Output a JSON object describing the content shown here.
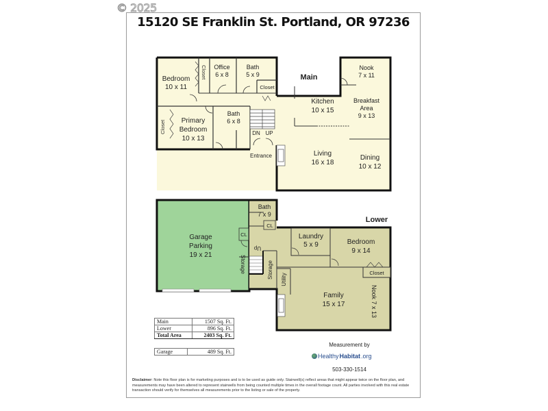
{
  "copyright": "© 2025",
  "header": {
    "title": "15120 SE Franklin St. Portland, OR 97236"
  },
  "floors": {
    "main": {
      "label": "Main",
      "rooms": {
        "bedroom": {
          "name": "Bedroom",
          "dims": "10 x 11"
        },
        "closet_bedroom": {
          "name": "Closet"
        },
        "office": {
          "name": "Office",
          "dims": "6 x 8"
        },
        "bath1": {
          "name": "Bath",
          "dims": "5 x 9"
        },
        "closet_hall": {
          "name": "Closet"
        },
        "primary_bedroom": {
          "name1": "Primary",
          "name2": "Bedroom",
          "dims": "10 x 13"
        },
        "closet_primary": {
          "name": "Closet"
        },
        "bath2": {
          "name": "Bath",
          "dims": "6 x 8"
        },
        "stairs_dn": "DN",
        "stairs_up": "UP",
        "entrance": {
          "name": "Entrance"
        },
        "nook": {
          "name": "Nook",
          "dims": "7 x 11"
        },
        "kitchen": {
          "name": "Kitchen",
          "dims": "10 x 15"
        },
        "breakfast": {
          "name1": "Breakfast",
          "name2": "Area",
          "dims": "9 x 13"
        },
        "living": {
          "name": "Living",
          "dims": "16 x 18"
        },
        "dining": {
          "name": "Dining",
          "dims": "10 x 12"
        }
      }
    },
    "lower": {
      "label": "Lower",
      "rooms": {
        "garage": {
          "name1": "Garage",
          "name2": "Parking",
          "dims": "19 x 21"
        },
        "garage_storage": {
          "name": "Storage"
        },
        "garage_cl": {
          "name": "CL"
        },
        "bath": {
          "name": "Bath",
          "dims": "7 x 9"
        },
        "cl": {
          "name": "CL"
        },
        "stairs_up": "Up",
        "storage": {
          "name": "Storage"
        },
        "utility": {
          "name": "Utility"
        },
        "laundry": {
          "name": "Laundry",
          "dims": "5 x 9"
        },
        "bedroom": {
          "name": "Bedroom",
          "dims": "9 x 14"
        },
        "closet": {
          "name": "Closet"
        },
        "family": {
          "name": "Family",
          "dims": "15 x 17"
        },
        "nook": {
          "name": "Nook 7 x 13"
        }
      }
    }
  },
  "area_table": {
    "rows": [
      {
        "label": "Main",
        "value": "1507 Sq. Ft."
      },
      {
        "label": "Lower",
        "value": "896 Sq. Ft."
      },
      {
        "label": "Total Area",
        "value": "2403 Sq. Ft."
      }
    ],
    "garage": {
      "label": "Garage",
      "value": "489 Sq. Ft."
    }
  },
  "credits": {
    "measurement_by": "Measurement by",
    "logo_light": "Healthy",
    "logo_bold": "Habitat",
    "logo_suffix": ".org",
    "phone": "503-330-1514"
  },
  "disclaimer": {
    "label": "Disclaimer",
    "text": ": Note this floor plan is for marketing purposes and is to be used as guide only.  Stairwell(s) reflect areas that might appear twice on the floor plan, and measurements may have been altered to represent stairwells from being counted multiple times in the overall footage count.  All parties involved with this real estate transaction should verify for themselves all measurements prior to the listing or sale of the property."
  },
  "colors": {
    "main_fill": "#fbf8dc",
    "lower_fill": "#d8d6a8",
    "garage_fill": "#9fd49a",
    "wall": "#111111"
  }
}
